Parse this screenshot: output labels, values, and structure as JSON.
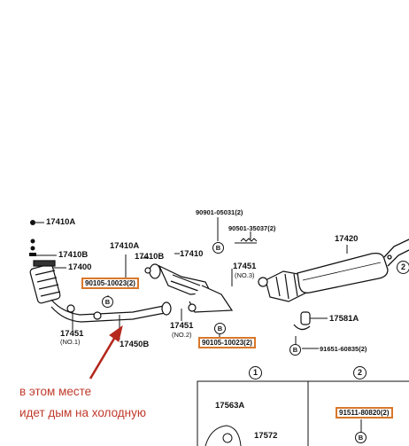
{
  "parts": {
    "p17410a_top": "17410A",
    "p17410b_left": "17410B",
    "p17400": "17400",
    "p17410a_mid": "17410A",
    "p17410b_mid": "17410B",
    "p17410": "17410",
    "p90901": "90901-05031(2)",
    "p90501": "90501-35037(2)",
    "p17451_top": "17451",
    "p17451_top_note": "(NO.3)",
    "p17420": "17420",
    "p17451_left": "17451",
    "p17451_left_note": "(NO.1)",
    "p17450b": "17450B",
    "p17451_mid": "17451",
    "p17451_mid_note": "(NO.2)",
    "p17581a": "17581A",
    "p91651": "91651-60835(2)",
    "p17563a": "17563A",
    "p17572": "17572"
  },
  "highlighted_parts": {
    "h1": "90105-10023(2)",
    "h2": "90105-10023(2)",
    "h3": "91511-80820(2)"
  },
  "markers": {
    "b": "B",
    "circle_1": "1",
    "circle_2": "2"
  },
  "annotation": {
    "line1": "в этом месте",
    "line2": "идет дым на холодную"
  },
  "colors": {
    "highlight": "#d9772a",
    "annotation": "#c0392b",
    "arrow": "#b5281e",
    "ink": "#111111"
  }
}
